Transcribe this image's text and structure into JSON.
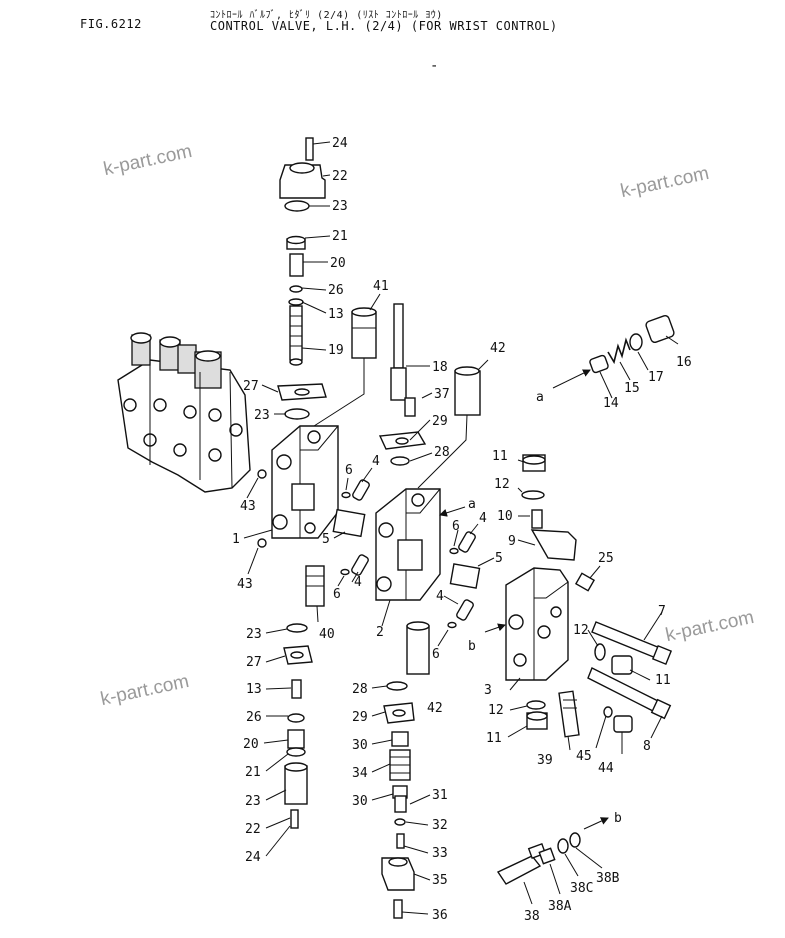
{
  "header": {
    "fig_label": "FIG.6212",
    "title_jp": "ｺﾝﾄﾛｰﾙ ﾊﾞﾙﾌﾞ, ﾋﾀﾞﾘ (2/4) (ﾘｽﾄ ｺﾝﾄﾛｰﾙ ﾖｳ)",
    "title_en": "CONTROL VALVE, L.H. (2/4) (FOR WRIST CONTROL)",
    "mark": "-"
  },
  "watermark": {
    "text": "k-part.com"
  },
  "callouts": {
    "c24t": "24",
    "c22t": "22",
    "c23t": "23",
    "c21t": "21",
    "c20t": "20",
    "c26t": "26",
    "c13t": "13",
    "c19": "19",
    "c41": "41",
    "c18": "18",
    "c42t": "42",
    "c37": "37",
    "c27t": "27",
    "c23m": "23",
    "c29t": "29",
    "c28t": "28",
    "c6a": "6",
    "c4a": "4",
    "c43a": "43",
    "c1": "1",
    "c5a": "5",
    "c43b": "43",
    "c6b": "6",
    "c4b": "4",
    "c40": "40",
    "c6c": "6",
    "c4c": "4",
    "c5b": "5",
    "c2": "2",
    "c4d": "4",
    "c6d": "6",
    "c11a": "11",
    "c12a": "12",
    "c10": "10",
    "c9": "9",
    "c25": "25",
    "c16": "16",
    "c17": "17",
    "c15": "15",
    "c14": "14",
    "c7": "7",
    "c12b": "12",
    "c11b": "11",
    "c3": "3",
    "c12c": "12",
    "c11c": "11",
    "c39": "39",
    "c45": "45",
    "c44": "44",
    "c8": "8",
    "c23b": "23",
    "c27b": "27",
    "c13b": "13",
    "c26b": "26",
    "c20b": "20",
    "c21b": "21",
    "c23c": "23",
    "c22b": "22",
    "c24b": "24",
    "c28b": "28",
    "c29b": "29",
    "c42b": "42",
    "c30a": "30",
    "c34": "34",
    "c30b": "30",
    "c31": "31",
    "c32": "32",
    "c33": "33",
    "c35": "35",
    "c36": "36",
    "c38": "38",
    "c38a": "38A",
    "c38c": "38C",
    "c38b": "38B",
    "la1": "a",
    "la2": "a",
    "lb1": "b",
    "lb2": "b"
  }
}
